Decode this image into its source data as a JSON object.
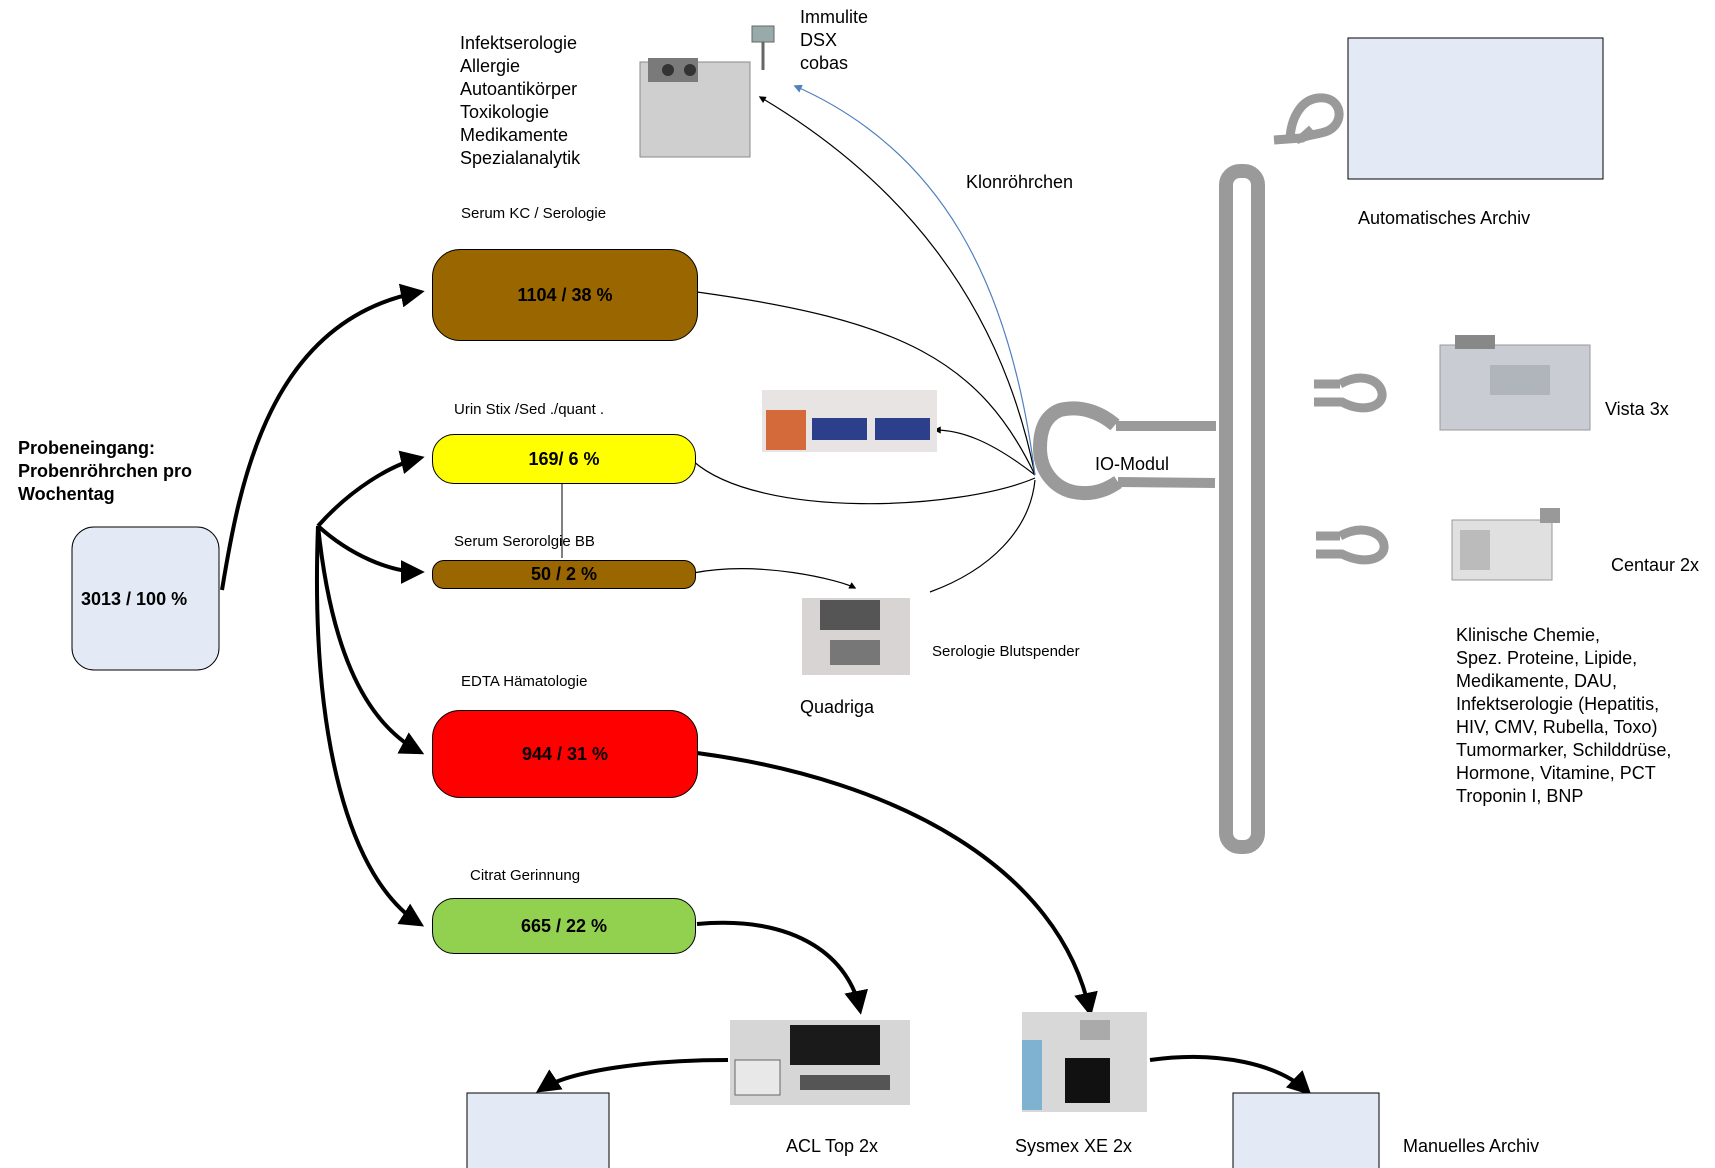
{
  "intake": {
    "title_lines": [
      "Probeneingang:",
      "Probenröhrchen pro",
      "Wochentag"
    ],
    "total": "3013 / 100 %"
  },
  "streams": [
    {
      "label": "Serum KC / Serologie",
      "value": "1104 / 38 %",
      "color": "#996600"
    },
    {
      "label": "Urin Stix /Sed ./quant .",
      "value": "169/ 6 %",
      "color": "#ffff00"
    },
    {
      "label": "Serum Serorolgie BB",
      "value": "50 / 2 %",
      "color": "#996600"
    },
    {
      "label": "EDTA Hämatologie",
      "value": "944 / 31 %",
      "color": "#ff0000"
    },
    {
      "label": "Citrat Gerinnung",
      "value": "665 / 22 %",
      "color": "#92d050"
    }
  ],
  "specialty": {
    "tests": [
      "Infektserologie",
      "Allergie",
      "Autoantikörper",
      "Toxikologie",
      "Medikamente",
      "Spezialanalytik"
    ],
    "analyzers": [
      "Immulite",
      "DSX",
      "cobas"
    ]
  },
  "connector": {
    "tube_label": "Klonröhrchen",
    "io_module": "IO-Modul"
  },
  "quadriga": {
    "name": "Quadriga",
    "subtitle": "Serologie Blutspender"
  },
  "archive": {
    "automatic": "Automatisches Archiv",
    "manual": "Manuelles Archiv"
  },
  "analyzers": {
    "vista": "Vista 3x",
    "centaur": "Centaur 2x",
    "acl": "ACL Top 2x",
    "sysmex": "Sysmex XE 2x"
  },
  "track_tests": [
    "Klinische Chemie,",
    "Spez. Proteine, Lipide,",
    "Medikamente, DAU,",
    "Infektserologie (Hepatitis,",
    "HIV, CMV, Rubella, Toxo)",
    "Tumormarker, Schilddrüse,",
    "Hormone, Vitamine, PCT",
    "Troponin I, BNP"
  ],
  "colors": {
    "intake_fill": "#e3eaf6",
    "archive_fill": "#e3eaf6",
    "track_gray": "#9a9a9a",
    "blue_arrow": "#4f81bd"
  }
}
